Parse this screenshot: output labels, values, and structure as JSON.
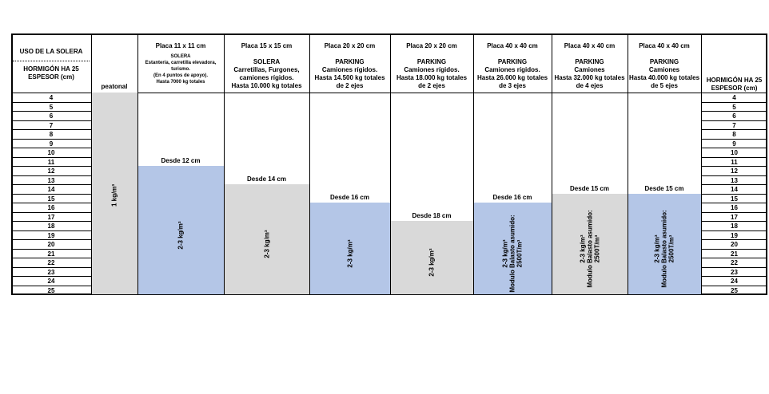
{
  "left_header": {
    "title": "USO DE LA SOLERA",
    "subtitle_line1": "HORMIGÓN HA 25",
    "subtitle_line2": "ESPESOR (cm)"
  },
  "right_header": {
    "line1": "HORMIGÓN  HA 25",
    "line2": "ESPESOR (cm)"
  },
  "columns": [
    {
      "header_title": "",
      "lines": [],
      "bottom_label": "peatonal",
      "bar_label": "",
      "bar_text": [
        "1 kg/m³"
      ],
      "color": "#d9d9d9"
    },
    {
      "header_title": "Placa 11 x 11 cm",
      "lines": [
        "SOLERA",
        "Estantería, carretilla elevadora,",
        "turismo.",
        "(En 4 puntos de apoyo).",
        "Hasta 7000 kg totales"
      ],
      "bar_label": "Desde 12 cm",
      "bar_text": [
        "2-3 kg/m³"
      ],
      "color": "#b4c6e7"
    },
    {
      "header_title": "Placa 15 x 15 cm",
      "lines": [
        "SOLERA",
        "Carretillas, Furgones,",
        "camiones rígidos.",
        "Hasta 10.000 kg totales"
      ],
      "bar_label": "Desde 14 cm",
      "bar_text": [
        "2-3 kg/m³"
      ],
      "color": "#d9d9d9"
    },
    {
      "header_title": "Placa 20 x 20 cm",
      "lines": [
        "PARKING",
        "Camiones  rígidos.",
        "Hasta 14.500 kg totales",
        "de 2 ejes"
      ],
      "bar_label": "Desde 16 cm",
      "bar_text": [
        "2-3 kg/m³"
      ],
      "color": "#b4c6e7"
    },
    {
      "header_title": "Placa 20 x 20 cm",
      "lines": [
        "PARKING",
        "Camiones  rígidos.",
        "Hasta 18.000 kg totales",
        "de 2 ejes"
      ],
      "bar_label": "Desde 18 cm",
      "bar_text": [
        "2-3 kg/m³"
      ],
      "color": "#d9d9d9"
    },
    {
      "header_title": "Placa 40 x 40 cm",
      "lines": [
        "PARKING",
        "Camiones  rígidos.",
        "Hasta 26.000 kg totales",
        "de 3 ejes"
      ],
      "bar_label": "Desde 16 cm",
      "bar_text": [
        "2-3 kg/m³",
        "Modulo Balasto asumido:",
        "2500T/m³"
      ],
      "color": "#b4c6e7"
    },
    {
      "header_title": "Placa 40 x 40 cm",
      "lines": [
        "PARKING",
        "Camiones",
        "Hasta 32.000 kg totales",
        "de  4 ejes"
      ],
      "bar_label": "Desde 15 cm",
      "bar_text": [
        "2-3 kg/m³",
        "Modulo Balasto asumido:",
        "2500T/m³"
      ],
      "color": "#d9d9d9"
    },
    {
      "header_title": "Placa 40 x 40 cm",
      "lines": [
        "PARKING",
        "Camiones",
        "Hasta 40.000 kg totales",
        "de 5 ejes"
      ],
      "bar_label": "Desde 15 cm",
      "bar_text": [
        "2-3 kg/m³",
        "Modulo Balasto asumido:",
        "2500T/m³"
      ],
      "color": "#b4c6e7"
    }
  ],
  "rows": [
    "4",
    "5",
    "6",
    "7",
    "8",
    "9",
    "10",
    "11",
    "12",
    "13",
    "14",
    "15",
    "16",
    "17",
    "18",
    "19",
    "20",
    "21",
    "22",
    "23",
    "24",
    "25"
  ],
  "bar_start_row": [
    "4",
    "12",
    "14",
    "16",
    "18",
    "16",
    "15",
    "15"
  ]
}
